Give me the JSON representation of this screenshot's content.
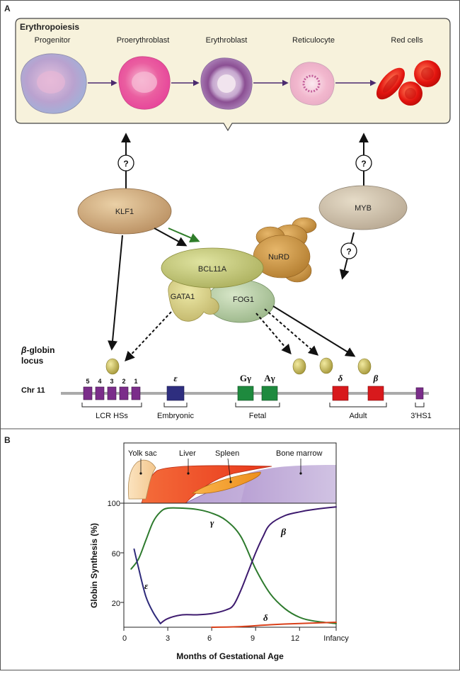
{
  "panel_a": {
    "label": "A",
    "erythropoiesis": {
      "title": "Erythropoiesis",
      "stages": [
        "Progenitor",
        "Proerythroblast",
        "Erythroblast",
        "Reticulocyte",
        "Red cells"
      ]
    },
    "question_mark": "?",
    "factors": {
      "klf1": "KLF1",
      "myb": "MYB",
      "bcl11a": "BCL11A",
      "nurd": "NuRD",
      "gata1": "GATA1",
      "fog1": "FOG1"
    },
    "locus": {
      "title_greek": "β",
      "title_rest": "-globin",
      "title_line2": "locus",
      "chromosome": "Chr 11",
      "hs_numbers": [
        "5",
        "4",
        "3",
        "2",
        "1"
      ],
      "genes": {
        "epsilon": "ε",
        "g_gamma": "Gγ",
        "a_gamma": "Aγ",
        "delta": "δ",
        "beta": "β"
      },
      "groups": [
        "LCR HSs",
        "Embryonic",
        "Fetal",
        "Adult",
        "3′HS1"
      ]
    },
    "colors": {
      "hs": "#7b2d8a",
      "epsilon": "#2e2e7f",
      "fetal": "#1e8a3e",
      "adult": "#d8191c"
    }
  },
  "panel_b": {
    "label": "B",
    "sites": [
      "Yolk sac",
      "Liver",
      "Spleen",
      "Bone marrow"
    ],
    "chart_data": {
      "type": "line",
      "xlabel": "Months of Gestational Age",
      "ylabel": "Globin Synthesis (%)",
      "xlim": [
        0,
        14.5
      ],
      "ylim": [
        0,
        100
      ],
      "xticks": [
        "0",
        "3",
        "6",
        "9",
        "12",
        "Infancy"
      ],
      "yticks": [
        "20",
        "60",
        "100"
      ],
      "series": [
        {
          "name": "γ",
          "color": "#2d7a2d",
          "x": [
            0.5,
            1,
            1.5,
            2,
            2.5,
            3,
            4,
            5,
            6,
            7,
            8,
            9,
            10,
            11,
            12,
            13,
            14.5
          ],
          "y": [
            47,
            55,
            70,
            85,
            93,
            96,
            96,
            95,
            92,
            86,
            73,
            47,
            27,
            15,
            8,
            5,
            3
          ]
        },
        {
          "name": "β",
          "color": "#3d1a6e",
          "x": [
            2.5,
            3,
            4,
            5,
            6,
            7,
            7.5,
            8,
            8.5,
            9,
            9.5,
            10,
            11,
            12,
            13,
            14.5
          ],
          "y": [
            3,
            7,
            10,
            10,
            11,
            14,
            18,
            30,
            45,
            60,
            73,
            83,
            90,
            93,
            95,
            97
          ]
        },
        {
          "name": "ε",
          "color": "#2e2a7a",
          "x": [
            0.7,
            1,
            1.5,
            2,
            2.5
          ],
          "y": [
            63,
            48,
            25,
            12,
            3
          ]
        },
        {
          "name": "δ",
          "color": "#d9401a",
          "x": [
            6,
            8,
            10,
            12,
            14.5
          ],
          "y": [
            0,
            0.5,
            2,
            3,
            4
          ]
        }
      ]
    }
  }
}
